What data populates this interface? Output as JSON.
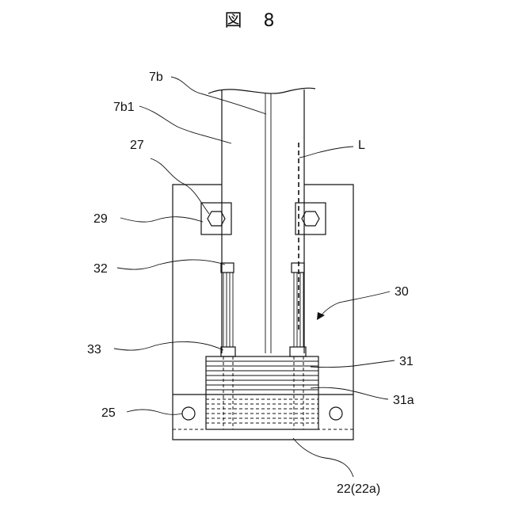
{
  "figure": {
    "title": "図 8"
  },
  "labels": {
    "l7b": "7b",
    "l7b1": "7b1",
    "l27": "27",
    "lL": "L",
    "l29": "29",
    "l32": "32",
    "l30": "30",
    "l33": "33",
    "l31": "31",
    "l31a": "31a",
    "l25": "25",
    "l22": "22(22a)"
  }
}
